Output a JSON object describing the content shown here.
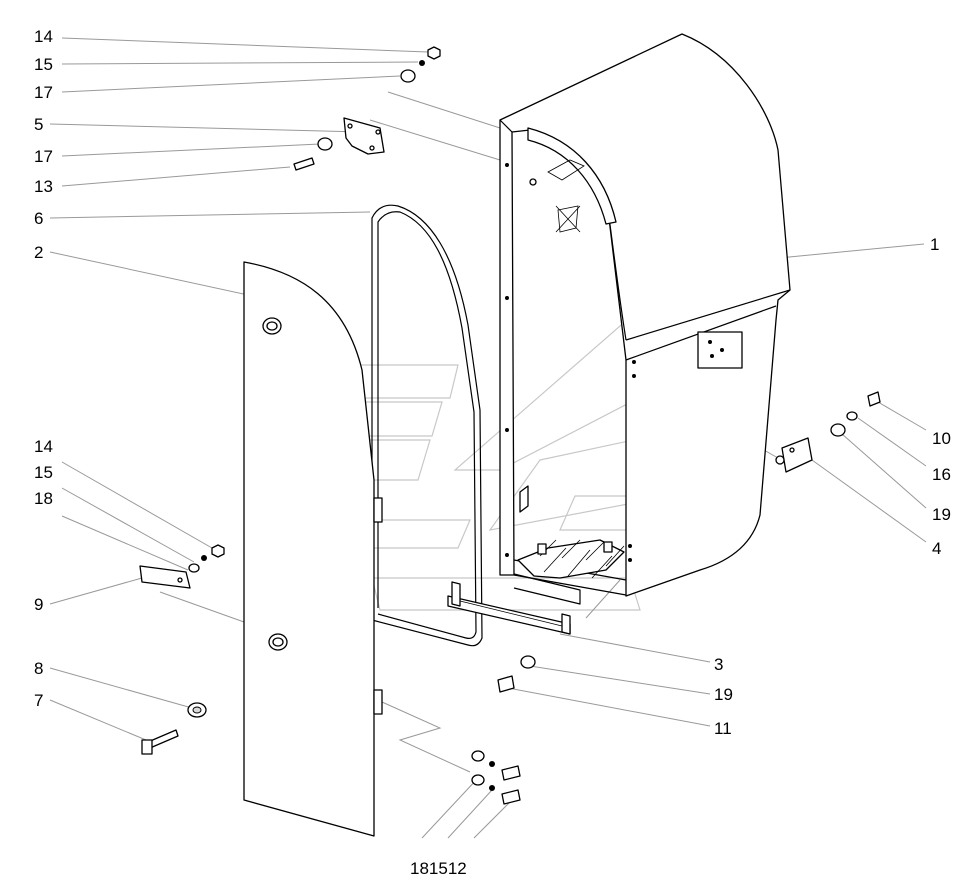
{
  "labels": [
    {
      "id": "l-14a",
      "text": "14"
    },
    {
      "id": "l-15a",
      "text": "15"
    },
    {
      "id": "l-17a",
      "text": "17"
    },
    {
      "id": "l-5",
      "text": "5"
    },
    {
      "id": "l-17b",
      "text": "17"
    },
    {
      "id": "l-13",
      "text": "13"
    },
    {
      "id": "l-6",
      "text": "6"
    },
    {
      "id": "l-2",
      "text": "2"
    },
    {
      "id": "l-14b",
      "text": "14"
    },
    {
      "id": "l-15b",
      "text": "15"
    },
    {
      "id": "l-18a",
      "text": "18"
    },
    {
      "id": "l-9",
      "text": "9"
    },
    {
      "id": "l-8",
      "text": "8"
    },
    {
      "id": "l-7",
      "text": "7"
    },
    {
      "id": "l-1",
      "text": "1"
    },
    {
      "id": "l-10",
      "text": "10"
    },
    {
      "id": "l-16",
      "text": "16"
    },
    {
      "id": "l-19a",
      "text": "19"
    },
    {
      "id": "l-4",
      "text": "4"
    },
    {
      "id": "l-3",
      "text": "3"
    },
    {
      "id": "l-19b",
      "text": "19"
    },
    {
      "id": "l-11",
      "text": "11"
    },
    {
      "id": "l-bottom",
      "text": "181512"
    }
  ]
}
